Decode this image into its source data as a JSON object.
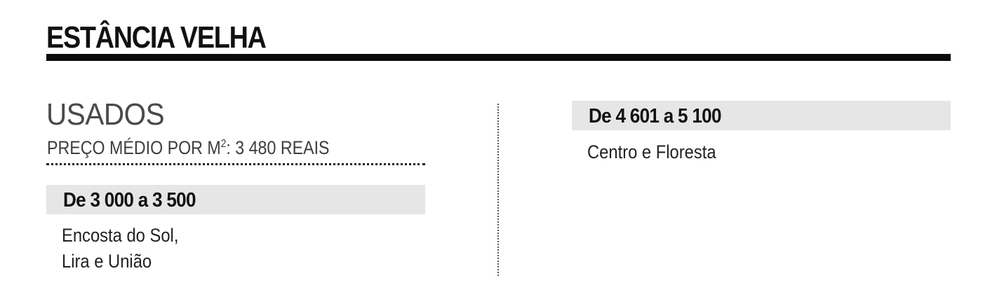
{
  "header": {
    "title": "ESTÂNCIA VELHA"
  },
  "left": {
    "section_title": "USADOS",
    "avg_label": "PREÇO MÉDIO POR M",
    "avg_sup": "2",
    "avg_value": ": 3 480 REAIS",
    "range": {
      "label": "De 3 000 a 3 500",
      "neighborhoods": [
        "Encosta do Sol,",
        "Lira e União"
      ]
    }
  },
  "right": {
    "range": {
      "label": "De 4 601 a 5 100",
      "neighborhoods": [
        "Centro e Floresta"
      ]
    }
  },
  "colors": {
    "band_background": "#e6e6e7",
    "rule": "#0b0b0b",
    "section_title": "#4a4a4a"
  }
}
